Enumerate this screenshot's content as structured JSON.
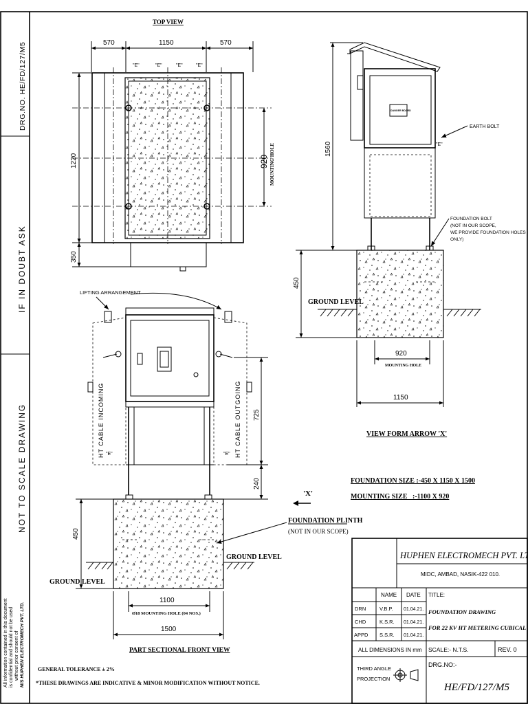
{
  "side_strip": {
    "drawing_number_vertical": "DRG.NO. HE/FD/127/M5",
    "if_in_doubt": "IF IN DOUBT ASK",
    "not_to_scale": "NOT TO SCALE DRAWING",
    "confidential_line1": "All information contained in this document",
    "confidential_line2": "is confidential and should not be used",
    "confidential_line3": "without prior consent of",
    "confidential_line4": "M/S HUPHEN ELECTROMECH PVT. LTD."
  },
  "top_view": {
    "title": "TOP VIEW",
    "dim_left": "570",
    "dim_center": "1150",
    "dim_right": "570",
    "dim_height": "1220",
    "dim_bottom": "350",
    "dim_mounting": "920",
    "mounting_label": "MOUNTING HOLE",
    "e_markers": [
      "\"E\"",
      "\"E\"",
      "\"E\"",
      "\"E\""
    ]
  },
  "side_view": {
    "dim_height": "1560",
    "dim_foundation": "450",
    "danger_board": "DANGER BOARD",
    "earth_bolt": "EARTH BOLT",
    "e_marker": "\"E\"",
    "foundation_bolt_1": "FOUNDATION BOLT",
    "foundation_bolt_2": "(NOT IN OUR SCOPE,",
    "foundation_bolt_3": "WE PROVIDE FOUNDATION HOLES",
    "foundation_bolt_4": "ONLY)",
    "ground_level": "GROUND LEVEL",
    "dim_920": "920",
    "mounting_hole": "MOUNTING HOLE",
    "dim_1150": "1150",
    "caption": "VIEW FORM ARROW 'X'"
  },
  "front_view": {
    "lifting": "LIFTING ARRANGEMENT",
    "ht_incoming": "HT CABLE INCOMING",
    "ht_outgoing": "HT CABLE OUTGOING",
    "e_left": "\"E\"",
    "e_right": "\"E\"",
    "dim_725": "725",
    "dim_240": "240",
    "dim_450": "450",
    "ground_left": "GROUND LEVEL",
    "ground_right": "GROUND LEVEL",
    "dim_1100": "1100",
    "mounting_note": "Ø18 MOUNTING HOLE (04 NOS.)",
    "dim_1500": "1500",
    "caption": "PART SECTIONAL FRONT VIEW"
  },
  "notes": {
    "arrow_x": "'X'",
    "foundation_plinth": "FOUNDATION PLINTH",
    "not_in_scope": "(NOT IN OUR SCOPE)",
    "foundation_size": "FOUNDATION SIZE :-450 X 1150 X 1500",
    "mounting_size": "MOUNTING SIZE   :-1100 X 920",
    "tolerance": "GENERAL TOLERANCE ± 2%",
    "indicative": "*THESE DRAWINGS ARE INDICATIVE & MINOR MODIFICATION WITHOUT NOTICE."
  },
  "title_block": {
    "company": "HUPHEN ELECTROMECH PVT. LTD.",
    "address": "MIDC, AMBAD, NASIK-422 010.",
    "col_name": "NAME",
    "col_date": "DATE",
    "title_label": "TITLE:",
    "rows": [
      {
        "role": "DRN",
        "name": "V.B.P.",
        "date": "01.04.21."
      },
      {
        "role": "CHD",
        "name": "K.S.R.",
        "date": "01.04.21."
      },
      {
        "role": "APPD",
        "name": "S.S.R.",
        "date": "01.04.21."
      }
    ],
    "title_line1": "FOUNDATION DRAWING",
    "title_line2": "FOR 22 KV HT METERING CUBICAL",
    "all_dims": "ALL DIMENSIONS IN mm",
    "scale": "SCALE:- N.T.S.",
    "rev": "REV. 0",
    "projection_1": "THIRD ANGLE",
    "projection_2": "PROJECTION",
    "drg_label": "DRG.NO:-",
    "drg_no": "HE/FD/127/M5"
  }
}
